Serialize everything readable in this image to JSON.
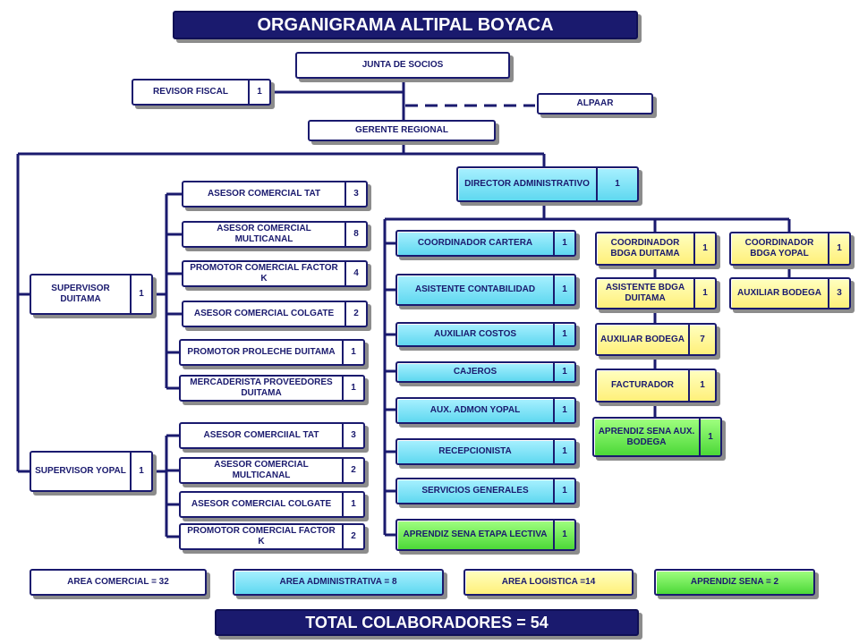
{
  "title": "ORGANIGRAMA ALTIPAL BOYACA",
  "junta": "JUNTA DE SOCIOS",
  "revisor": {
    "label": "REVISOR FISCAL",
    "count": "1"
  },
  "alpaar": "ALPAAR",
  "gerente": "GERENTE  REGIONAL",
  "director": {
    "label": "DIRECTOR ADMINISTRATIVO",
    "count": "1"
  },
  "sup_duitama": {
    "label": "SUPERVISOR DUITAMA",
    "count": "1"
  },
  "sup_yopal": {
    "label": "SUPERVISOR YOPAL",
    "count": "1"
  },
  "duitama_team": [
    {
      "label": "ASESOR  COMERCIAL TAT",
      "count": "3"
    },
    {
      "label": "ASESOR   COMERCIAL MULTICANAL",
      "count": "8"
    },
    {
      "label": "PROMOTOR COMERCIAL FACTOR K",
      "count": "4"
    },
    {
      "label": "ASESOR   COMERCIAL COLGATE",
      "count": "2"
    },
    {
      "label": "PROMOTOR PROLECHE DUITAMA",
      "count": "1"
    },
    {
      "label": "MERCADERISTA PROVEEDORES DUITAMA",
      "count": "1"
    }
  ],
  "yopal_team": [
    {
      "label": "ASESOR  COMERCIIAL TAT",
      "count": "3"
    },
    {
      "label": "ASESOR    COMERCIAL MULTICANAL",
      "count": "2"
    },
    {
      "label": "ASESOR    COMERCIAL COLGATE",
      "count": "1"
    },
    {
      "label": "PROMOTOR COMERCIAL FACTOR K",
      "count": "2"
    }
  ],
  "admin_team": [
    {
      "label": "COORDINADOR  CARTERA",
      "count": "1"
    },
    {
      "label": "ASISTENTE  CONTABILIDAD",
      "count": "1"
    },
    {
      "label": "AUXILIAR  COSTOS",
      "count": "1"
    },
    {
      "label": "CAJEROS",
      "count": "1"
    },
    {
      "label": "AUX. ADMON YOPAL",
      "count": "1"
    },
    {
      "label": "RECEPCIONISTA",
      "count": "1"
    },
    {
      "label": "SERVICIOS  GENERALES",
      "count": "1"
    },
    {
      "label": "APRENDIZ  SENA ETAPA LECTIVA",
      "count": "1"
    }
  ],
  "duitama_bodega": [
    {
      "label": "COORDINADOR BDGA DUITAMA",
      "count": "1"
    },
    {
      "label": "ASISTENTE BDGA DUITAMA",
      "count": "1"
    },
    {
      "label": "AUXILIAR BODEGA",
      "count": "7"
    },
    {
      "label": "FACTURADOR",
      "count": "1"
    },
    {
      "label": "APRENDIZ  SENA AUX. BODEGA",
      "count": "1"
    }
  ],
  "yopal_bodega": [
    {
      "label": "COORDINADOR BDGA YOPAL",
      "count": "1"
    },
    {
      "label": "AUXILIAR BODEGA",
      "count": "3"
    }
  ],
  "summary": {
    "comercial": "AREA COMERCIAL  = 32",
    "administrativa": "AREA  ADMINISTRATIVA  =  8",
    "logistica": "AREA  LOGISTICA  =14",
    "sena": "APRENDIZ  SENA  = 2"
  },
  "total": "TOTAL COLABORADORES =  54",
  "colors": {
    "navy": "#1a1a6e",
    "cyan": "#5fd8f0",
    "yellow": "#fff07a",
    "green": "#4cd838"
  }
}
